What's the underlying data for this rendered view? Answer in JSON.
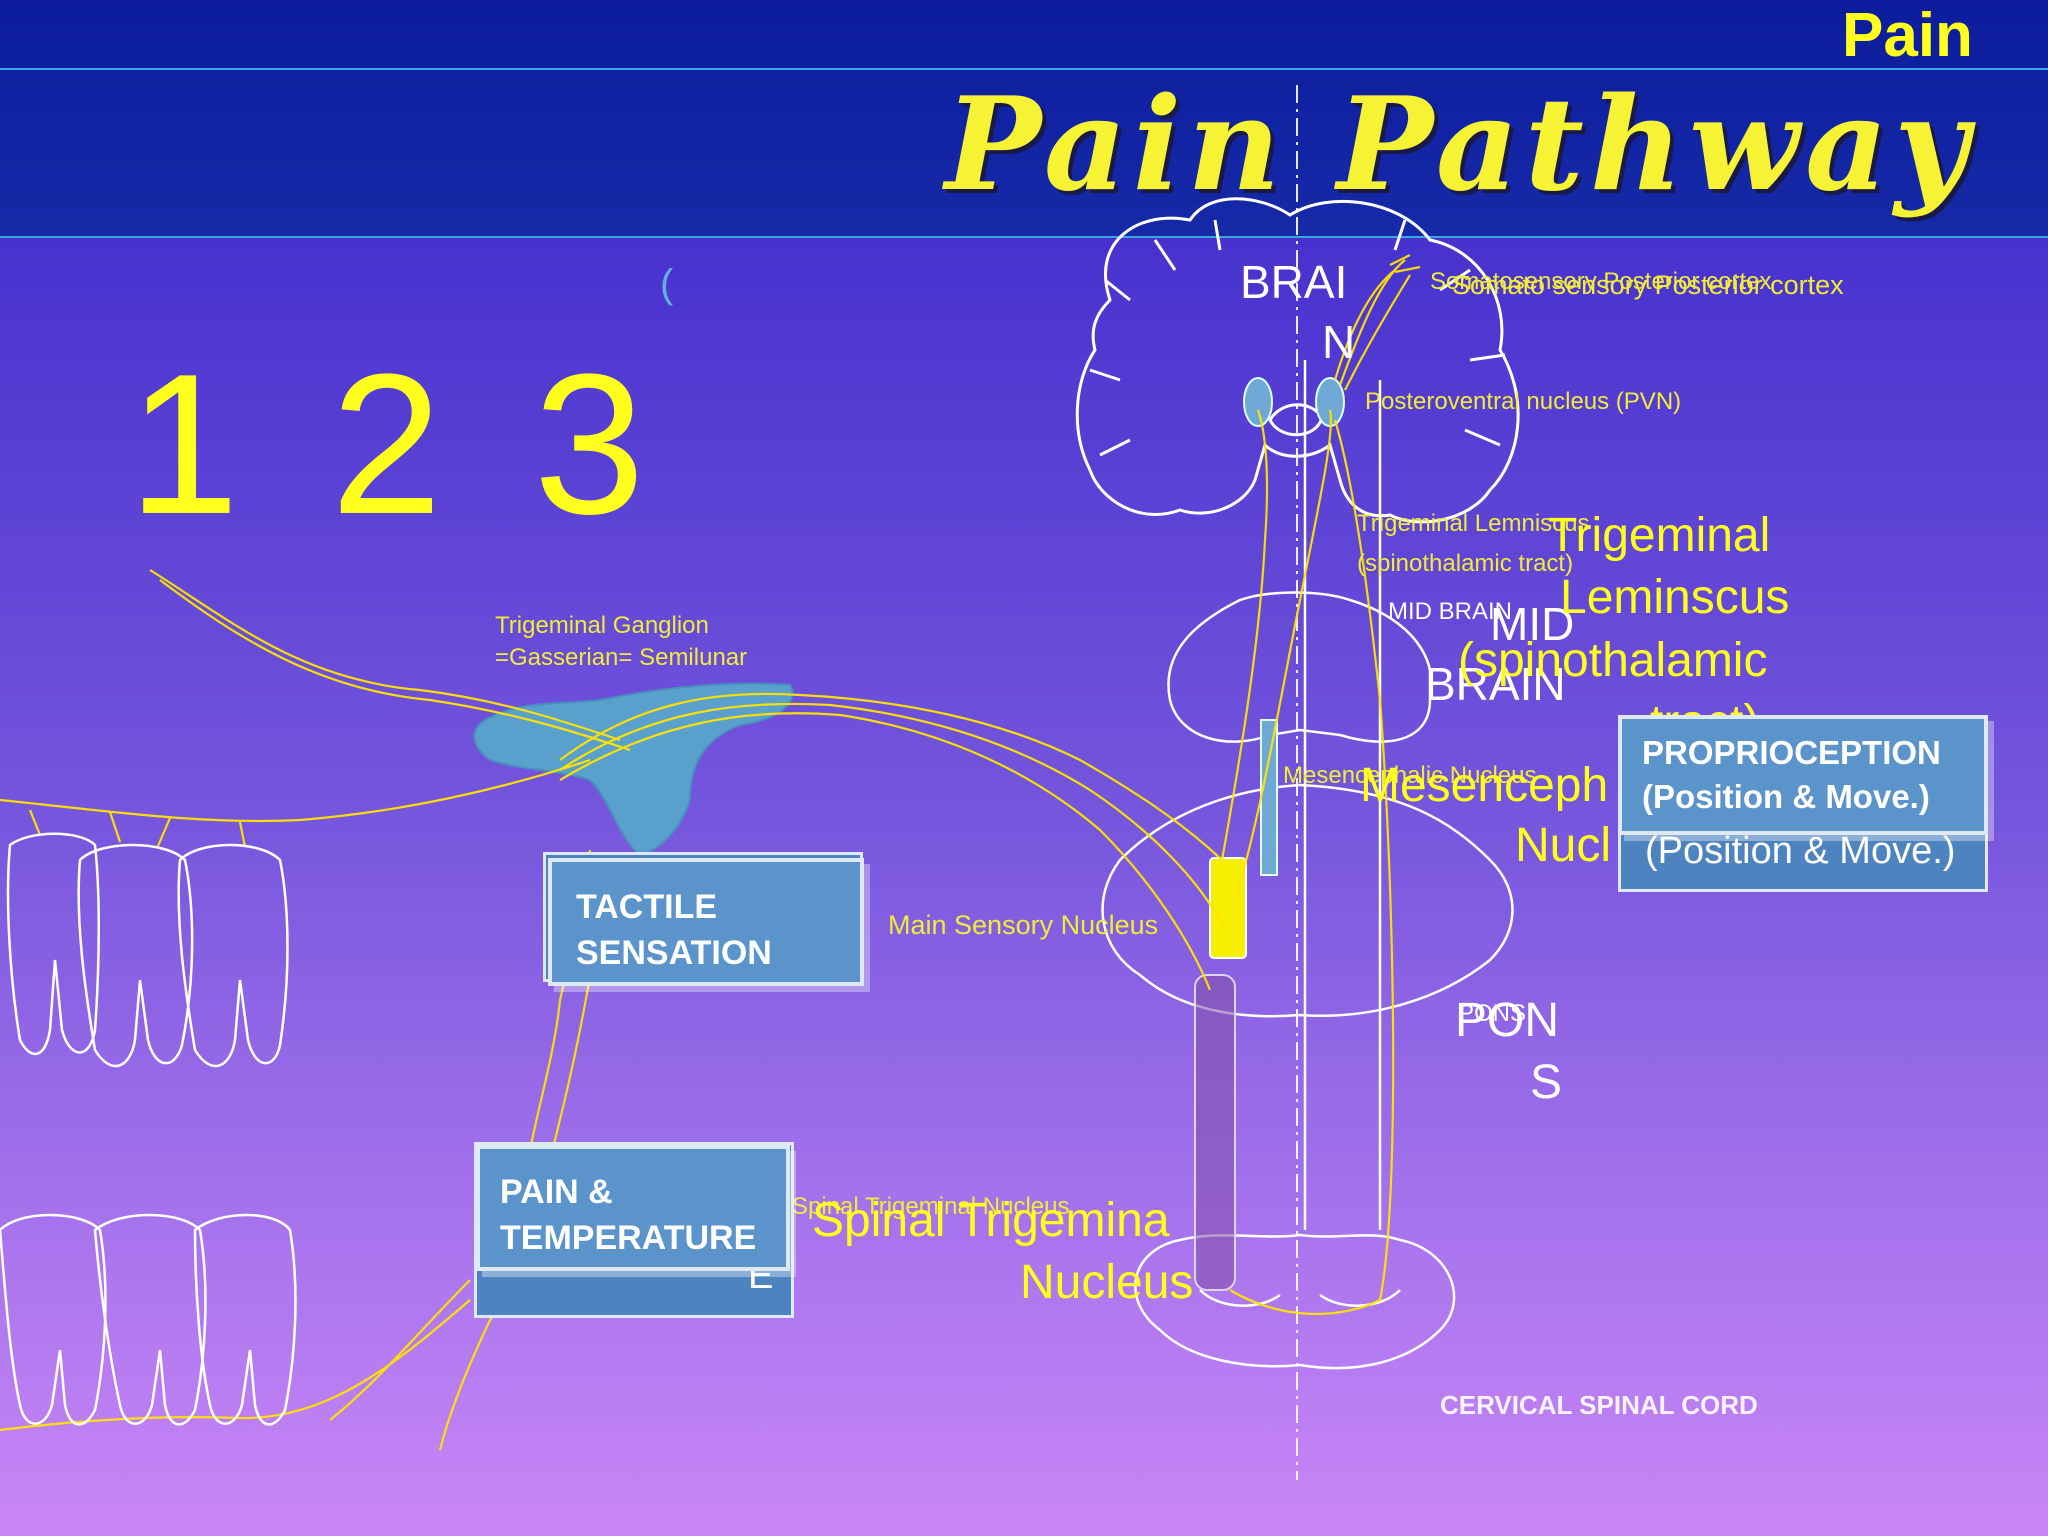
{
  "header": {
    "corner_title": "Pain",
    "title": "Pain Pathway"
  },
  "steps": "1 2 3",
  "stray_mark": "(",
  "regions": {
    "brain": [
      "BRAI",
      "N"
    ],
    "mid_brain_small": "MID BRAIN",
    "mid_brain": [
      "MID",
      "BRAIN"
    ],
    "pons_small": "PONS",
    "pons": [
      "PON",
      "S"
    ],
    "cervical_spinal_cord": "CERVICAL SPINAL CORD"
  },
  "labels": {
    "somatosensory_cortex_a": "Somatosensory Posterior cortex",
    "somatosensory_cortex_b": "Somato sensory Posterior cortex",
    "pvn": "Posteroventral nucleus (PVN)",
    "trigeminal_lemniscus_small": [
      "Trigeminal Lemniscus",
      "(spinothalamic tract)"
    ],
    "trigeminal_leminscus_big": [
      "Trigeminal",
      "Leminscus",
      "(spinothalamic",
      "tract)"
    ],
    "trigeminal_ganglion": [
      "Trigeminal Ganglion",
      "=Gasserian= Semilunar"
    ],
    "mesencephalic_small": "Mesencephalic Nucleus",
    "mesencephalic_big": [
      "Mesenceph",
      "Nucl"
    ],
    "main_sensory_nucleus": "Main Sensory Nucleus",
    "spinal_trigeminal_small": "Spinal Trigeminal Nucleus",
    "spinal_trigeminal_big": [
      "Spinal Trigemina",
      "Nucleus"
    ]
  },
  "boxes": {
    "proprioception": [
      "PROPRIOCEPTION",
      "(Position & Move.)"
    ],
    "proprioception_ghost": "(Position & Move.)",
    "tactile": [
      "TACTILE",
      "SENSATION"
    ],
    "pain_temp": [
      "PAIN &",
      "TEMPERATURE"
    ],
    "pain_temp_ghost": "E"
  },
  "colors": {
    "accent_yellow": "#ffff1e",
    "box_blue": "#5b93cb",
    "ganglion_blue": "#5aa0cc",
    "header_navy": "#0c1c9c"
  },
  "icons": [
    "brain-outline-icon",
    "tooth-icon",
    "nerve-fiber-icon",
    "trigeminal-ganglion-icon",
    "spinal-cord-icon"
  ]
}
